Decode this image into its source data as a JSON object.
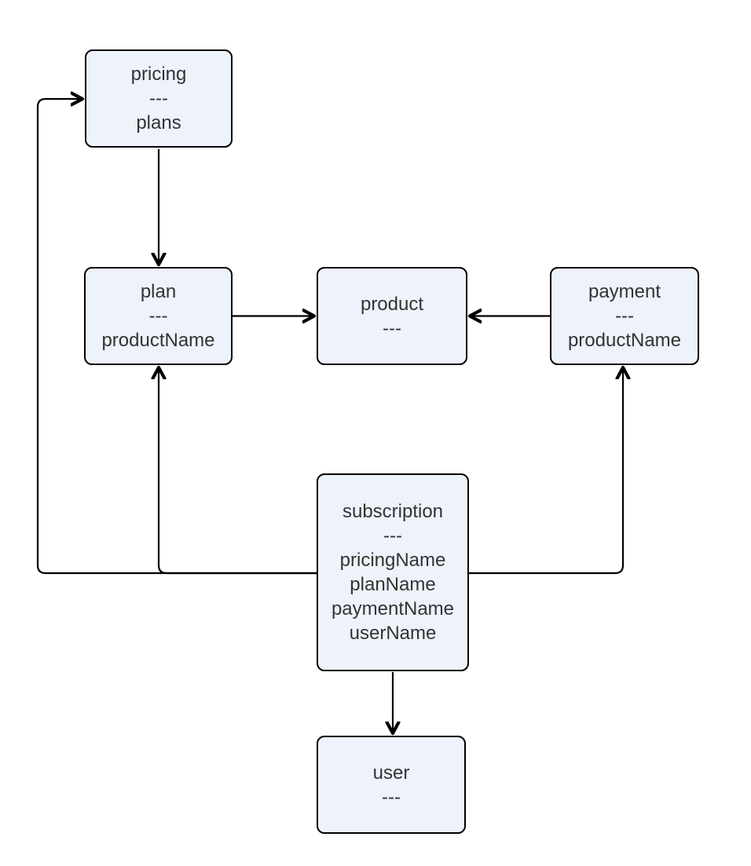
{
  "diagram": {
    "type": "entity-dependency-flowchart",
    "separator": "---",
    "colors": {
      "node_fill": "#edf2fb",
      "node_border": "#000000",
      "edge": "#000000",
      "text": "#333333",
      "background": "#ffffff"
    },
    "nodes": {
      "pricing": {
        "title": "pricing",
        "attrs": [
          "plans"
        ]
      },
      "plan": {
        "title": "plan",
        "attrs": [
          "productName"
        ]
      },
      "product": {
        "title": "product",
        "attrs": []
      },
      "payment": {
        "title": "payment",
        "attrs": [
          "productName"
        ]
      },
      "subscription": {
        "title": "subscription",
        "attrs": [
          "pricingName",
          "planName",
          "paymentName",
          "userName"
        ]
      },
      "user": {
        "title": "user",
        "attrs": []
      }
    },
    "edges": [
      {
        "from": "pricing",
        "to": "plan"
      },
      {
        "from": "plan",
        "to": "product"
      },
      {
        "from": "payment",
        "to": "product"
      },
      {
        "from": "subscription",
        "to": "pricing"
      },
      {
        "from": "subscription",
        "to": "plan"
      },
      {
        "from": "subscription",
        "to": "payment"
      },
      {
        "from": "subscription",
        "to": "user"
      }
    ]
  }
}
